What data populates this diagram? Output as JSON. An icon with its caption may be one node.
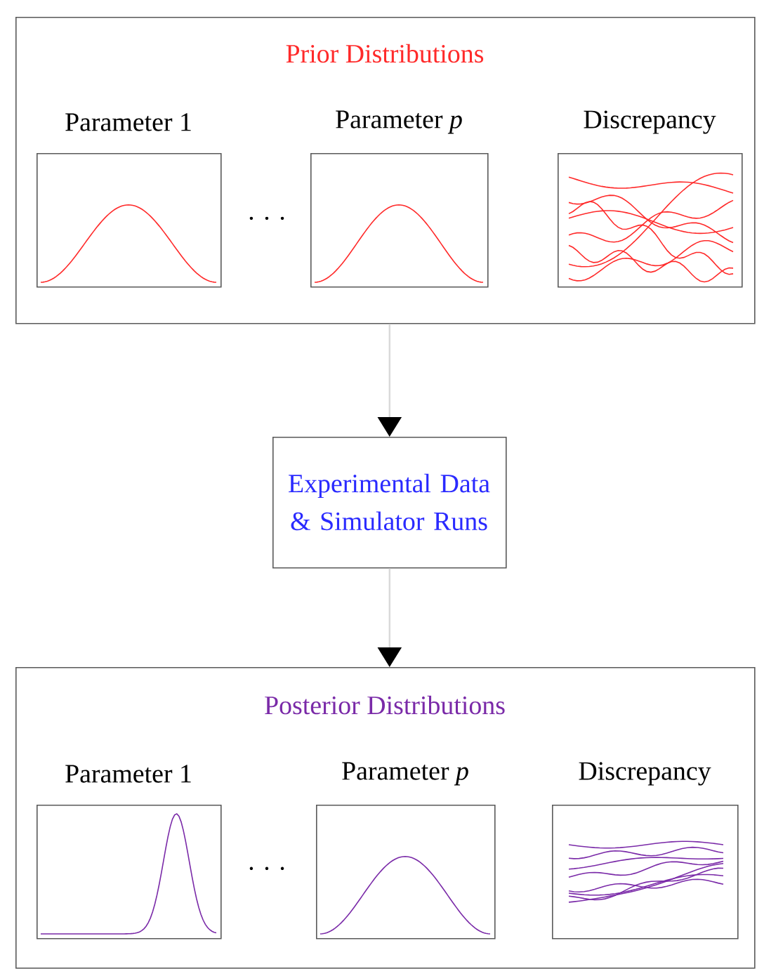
{
  "diagram": {
    "nodes": [
      {
        "text": [
          "Prior Distributions"
        ]
      },
      {
        "text": [
          "Parameter 1"
        ],
        "in": 0
      },
      {
        "text": [
          "Parameter *p*"
        ],
        "in": 0
      },
      {
        "text": [
          "Discrepancy"
        ],
        "in": 0
      },
      {
        "text": [
          "Experimental Data & Simulator Runs"
        ]
      },
      {
        "text": [
          "Posterior Distributions"
        ]
      },
      {
        "text": [
          "Parameter 1"
        ],
        "in": 5
      },
      {
        "text": [
          "Parameter *p*"
        ],
        "in": 5
      },
      {
        "text": [
          "Discrepancy"
        ],
        "in": 5
      }
    ],
    "edges": [
      {
        "from": 0,
        "to": 4,
        "arrow": "to"
      },
      {
        "from": 4,
        "to": 5,
        "arrow": "to"
      }
    ],
    "labels": [
      "· · ·",
      "· · ·"
    ]
  }
}
